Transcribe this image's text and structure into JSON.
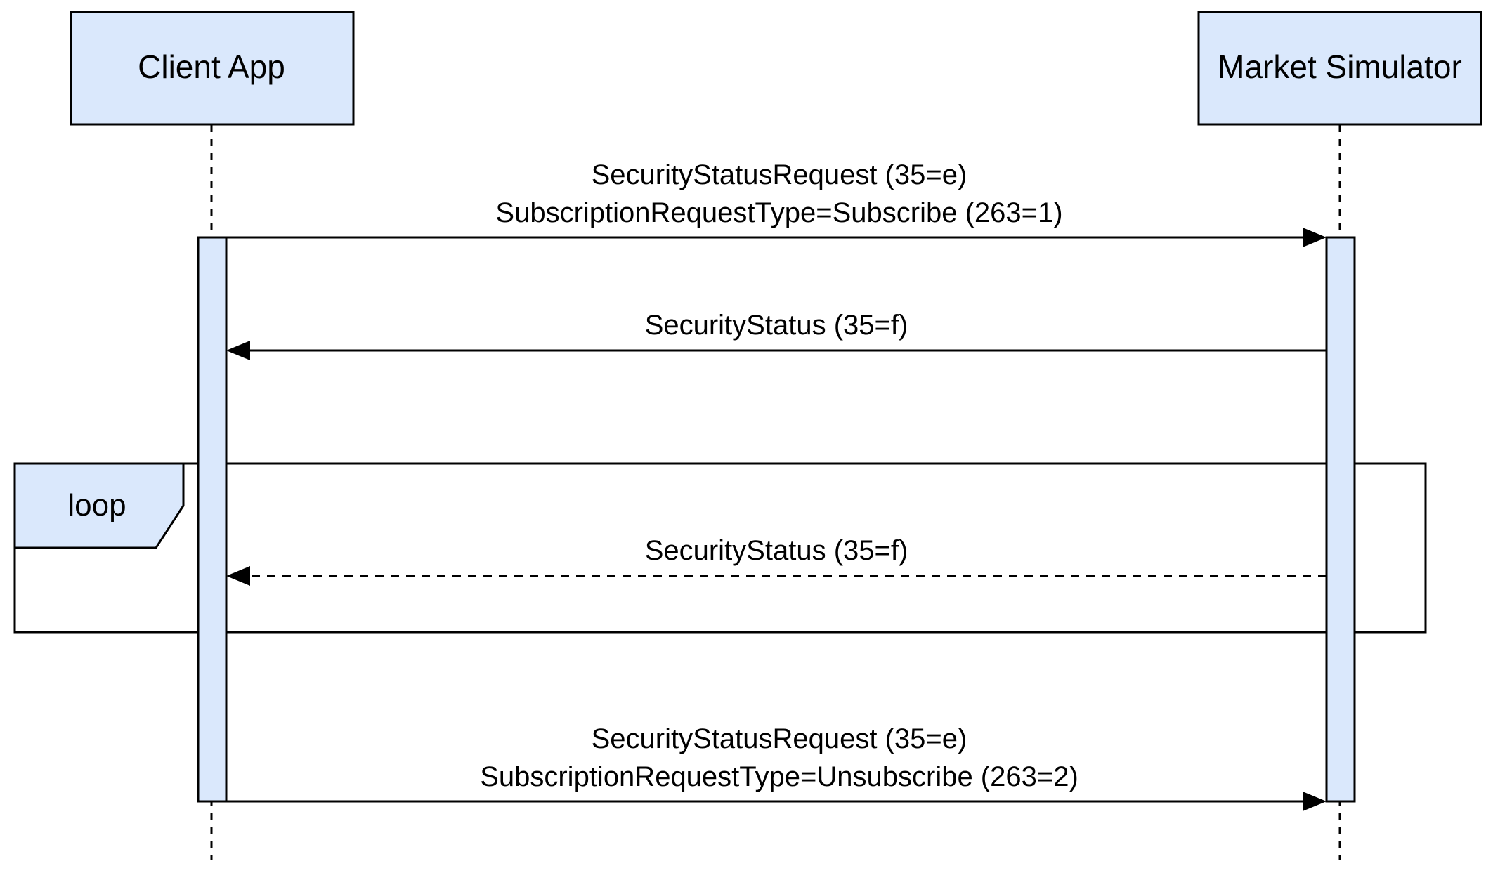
{
  "participants": [
    {
      "label": "Client App"
    },
    {
      "label": "Market Simulator"
    }
  ],
  "messages": [
    {
      "line1": "SecurityStatusRequest (35=e)",
      "line2": "SubscriptionRequestType=Subscribe (263=1)",
      "direction": "client-to-server",
      "style": "solid"
    },
    {
      "line1": "SecurityStatus (35=f)",
      "direction": "server-to-client",
      "style": "solid"
    },
    {
      "line1": "SecurityStatus (35=f)",
      "direction": "server-to-client",
      "style": "dashed"
    },
    {
      "line1": "SecurityStatusRequest (35=e)",
      "line2": "SubscriptionRequestType=Unsubscribe (263=2)",
      "direction": "client-to-server",
      "style": "solid"
    }
  ],
  "fragment": {
    "label": "loop"
  },
  "colors": {
    "box_fill": "#dae8fc",
    "stroke": "#000000"
  }
}
